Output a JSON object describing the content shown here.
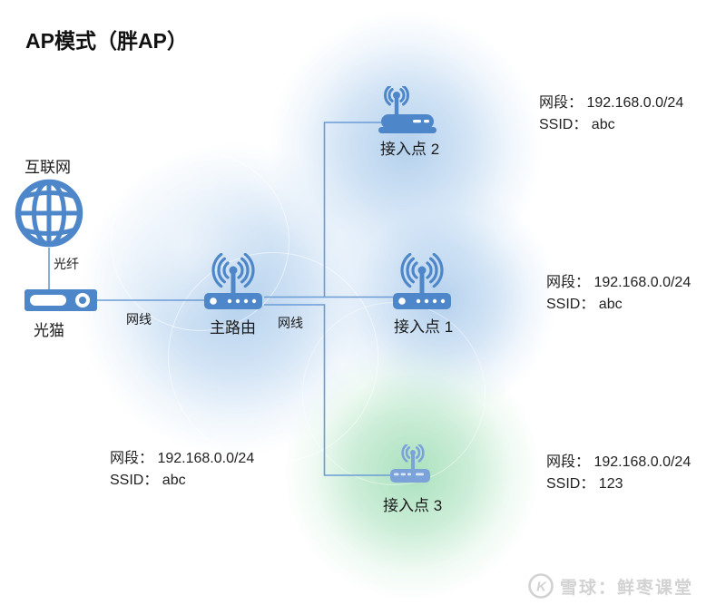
{
  "title": "AP模式（胖AP）",
  "nodes": {
    "internet": {
      "label": "互联网"
    },
    "modem": {
      "label": "光猫"
    },
    "main_router": {
      "label": "主路由"
    },
    "ap1": {
      "label": "接入点 1"
    },
    "ap2": {
      "label": "接入点 2"
    },
    "ap3": {
      "label": "接入点 3"
    }
  },
  "links": {
    "fiber_label": "光纤",
    "modem_router_cable_label": "网线",
    "router_aps_cable_label": "网线"
  },
  "annotations": {
    "main_router": {
      "subnet": "网段： 192.168.0.0/24",
      "ssid": "SSID： abc"
    },
    "ap1": {
      "subnet": "网段： 192.168.0.0/24",
      "ssid": "SSID： abc"
    },
    "ap2": {
      "subnet": "网段： 192.168.0.0/24",
      "ssid": "SSID： abc"
    },
    "ap3": {
      "subnet": "网段： 192.168.0.0/24",
      "ssid": "SSID： 123"
    }
  },
  "watermark": {
    "logo_icon": "xueqiu-snowball-logo",
    "logo_letter": "K",
    "text": "雪球：鲜枣课堂"
  },
  "colors": {
    "device_blue": "#4e87c9",
    "device_blue_light": "#7ba3da",
    "cable_blue": "#6b9cd6",
    "coverage_blue": "#a9c9ea",
    "coverage_green": "#9ad8b0",
    "text_black": "#1a1a1a",
    "watermark_gray": "#d2d2d2"
  }
}
